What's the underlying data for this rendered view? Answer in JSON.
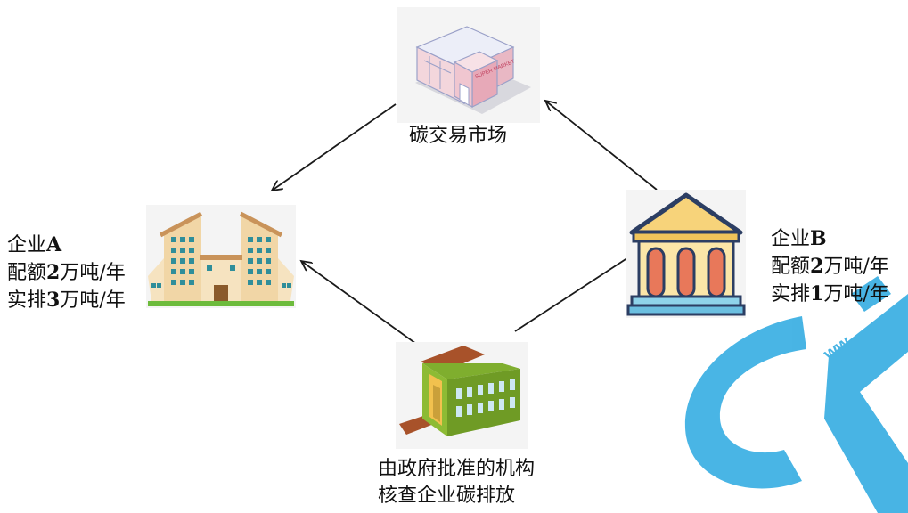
{
  "market": {
    "label": "碳交易市场",
    "sign": "SUPER MARKET"
  },
  "enterprise_a": {
    "name": "企业",
    "letter": "A",
    "quota_prefix": "配额",
    "quota_num": "2",
    "quota_unit": "万吨/年",
    "actual_prefix": "实排",
    "actual_num": "3",
    "actual_unit": "万吨/年"
  },
  "enterprise_b": {
    "name": "企业",
    "letter": "B",
    "quota_prefix": "配额",
    "quota_num": "2",
    "quota_unit": "万吨/年",
    "actual_prefix": "实排",
    "actual_num": "1",
    "actual_unit": "万吨/年"
  },
  "agency": {
    "line1": "由政府批准的机构",
    "line2": "核查企业碳排放"
  },
  "colors": {
    "arrow": "#1a1a1a",
    "watermark": "#29a8e0"
  }
}
